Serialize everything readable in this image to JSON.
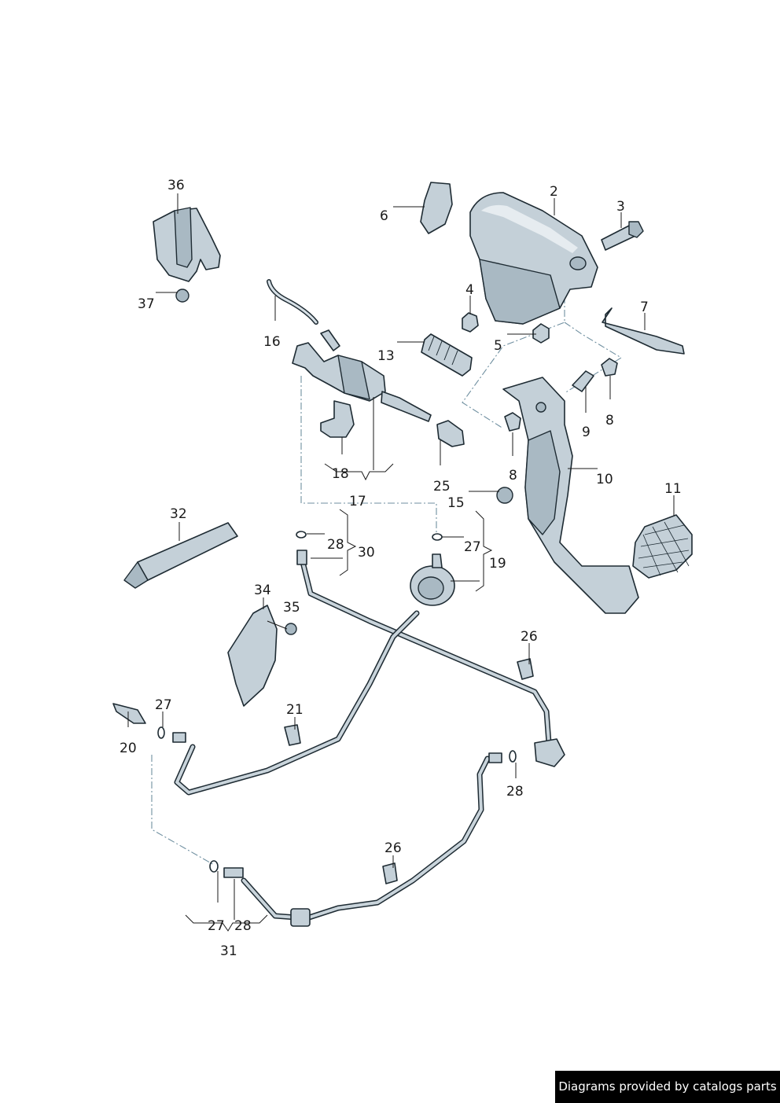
{
  "labels": {
    "l1": "2",
    "l2": "3",
    "l3": "4",
    "l4": "5",
    "l5": "6",
    "l6": "7",
    "l7": "8",
    "l8": "8",
    "l9": "9",
    "l10": "10",
    "l11": "11",
    "l12": "13",
    "l13": "15",
    "l14": "16",
    "l15": "17",
    "l16": "18",
    "l17": "19",
    "l18": "20",
    "l19": "21",
    "l20": "25",
    "l21": "26",
    "l22": "26",
    "l23": "27",
    "l24": "27",
    "l25": "27",
    "l26": "28",
    "l27": "28",
    "l28": "28",
    "l29": "30",
    "l30": "31",
    "l31": "32",
    "l32": "34",
    "l33": "35",
    "l34": "36",
    "l35": "37"
  },
  "credit": "Diagrams provided by catalogs parts",
  "colors": {
    "part_fill": "#c4d0d8",
    "outline": "#1e2b33",
    "construction_line": "#6f8fa0",
    "credit_bg": "#000000"
  }
}
